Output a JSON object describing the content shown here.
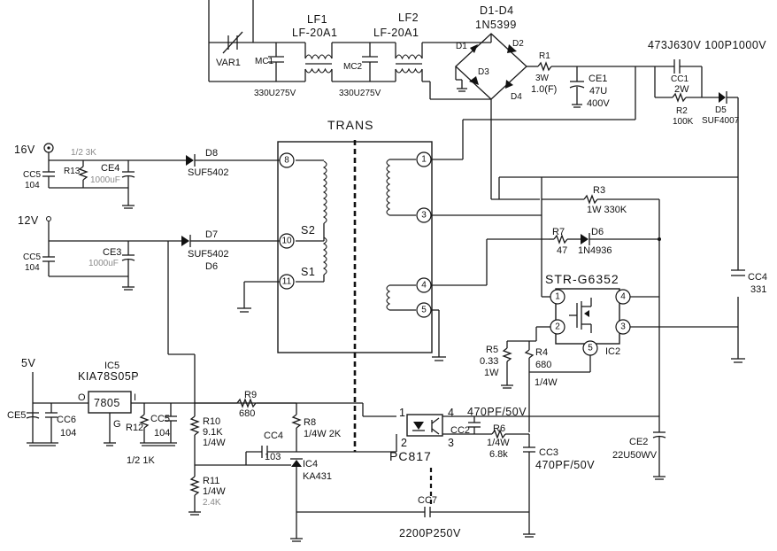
{
  "labels": {
    "var1": "VAR1",
    "lf1_name": "LF1",
    "lf1_value": "LF-20A1",
    "lf2_name": "LF2",
    "lf2_value": "LF-20A1",
    "mc1": "MC1",
    "mc1_value": "330U275V",
    "mc2": "MC2",
    "mc2_value": "330U275V",
    "d1d4_name": "D1-D4",
    "d1d4_value": "1N5399",
    "d1": "D1",
    "d2": "D2",
    "d3": "D3",
    "d4": "D4",
    "r1": "R1",
    "r1_value_a": "3W",
    "r1_value_b": "1.0(F)",
    "ce1": "CE1",
    "ce1_value_a": "47U",
    "ce1_value_b": "400V",
    "top_right_caps": "473J630V 100P1000V",
    "cc1": "CC1",
    "r2_power": "2W",
    "r2": "R2",
    "r2_value": "100K",
    "d5": "D5",
    "d5_value": "SUF4007",
    "trans": "TRANS",
    "s2": "S2",
    "s1": "S1",
    "v16": "16V",
    "r13_value": "1/2 3K",
    "r13": "R13",
    "ce4": "CE4",
    "ce4_value": "1000uF",
    "cc5_top": "CC5",
    "cc5_top_value": "104",
    "d8": "D8",
    "d8_value": "SUF5402",
    "v12": "12V",
    "cc5_mid": "CC5",
    "cc5_mid_value": "104",
    "ce3": "CE3",
    "ce3_value": "1000uF",
    "d7": "D7",
    "d7_value": "SUF5402",
    "d6_label": "D6",
    "r3": "R3",
    "r3_value": "1W 330K",
    "r7": "R7",
    "r7_value": "47",
    "d6": "D6",
    "d6_value": "1N4936",
    "ic2_name": "STR-G6352",
    "ic2": "IC2",
    "cc4": "CC4",
    "cc4_value": "331",
    "r5": "R5",
    "r5_value_a": "0.33",
    "r5_value_b": "1W",
    "r4": "R4",
    "r4_value": "680",
    "r4_power": "1/4W",
    "v5": "5V",
    "ic5": "IC5",
    "ic5_value": "KIA78S05P",
    "reg_o": "O",
    "reg_i": "I",
    "reg_name": "7805",
    "reg_g": "G",
    "ce5": "CE5",
    "cc6": "CC6",
    "cc6_value": "104",
    "r12": "R12",
    "r12_value": "1/2  1K",
    "cc5_low": "CC5",
    "cc5_low_value": "104",
    "r10": "R10",
    "r10_value_a": "9.1K",
    "r10_value_b": "1/4W",
    "r9": "R9",
    "r9_value": "680",
    "r8": "R8",
    "r8_value": "1/4W  2K",
    "cc4_low": "CC4",
    "cc4_low_value": "103",
    "ic4": "IC4",
    "ic4_value": "KA431",
    "r11": "R11",
    "r11_value_a": "1/4W",
    "r11_value_b": "2.4K",
    "pc817": "PC817",
    "opto_pin1": "1",
    "opto_pin2": "2",
    "opto_pin3": "3",
    "opto_pin4": "4",
    "cap_470pf_top": "470PF/50V",
    "cc2": "CC2",
    "r6": "R6",
    "r6_value_a": "1/4W",
    "r6_value_b": "6.8k",
    "cc3": "CC3",
    "cc3_value": "470PF/50V",
    "ce2": "CE2",
    "ce2_value": "22U50WV",
    "cc7": "CC7",
    "cc7_value": "2200P250V"
  },
  "transformer_pins": {
    "p8": "8",
    "p10": "10",
    "p11": "11",
    "p1": "1",
    "p3": "3",
    "p4": "4",
    "p5": "5"
  },
  "ic2_pins": {
    "p1": "1",
    "p2": "2",
    "p3": "3",
    "p4": "4",
    "p5": "5"
  }
}
